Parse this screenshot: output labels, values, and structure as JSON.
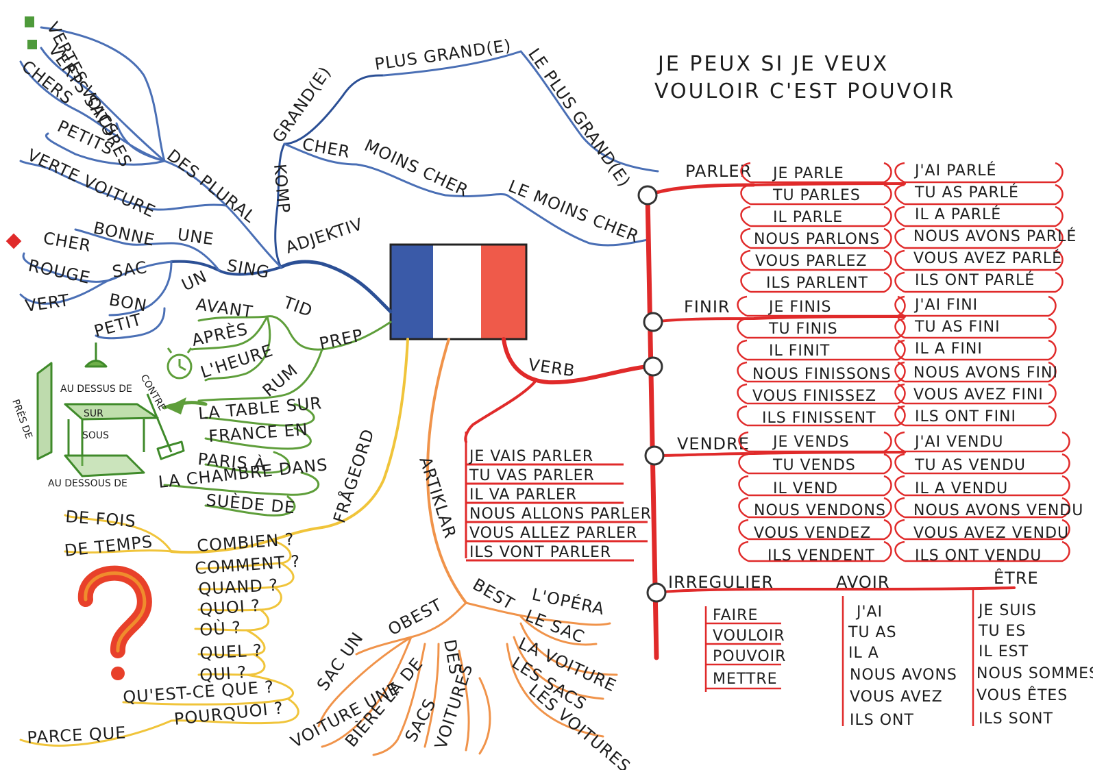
{
  "colors": {
    "adjective": "#4a6fb5",
    "adjective_dark": "#2b4f95",
    "verb": "#e02a2a",
    "prep": "#5e9e3a",
    "question": "#f0c43a",
    "article": "#f0934a",
    "flag_blue": "#3a5aa8",
    "flag_white": "#ffffff",
    "flag_red": "#ef5a4a"
  },
  "motto": {
    "line1": "JE PEUX SI JE VEUX",
    "line2": "VOULOIR C'EST POUVOIR"
  },
  "adjektiv": {
    "label": "ADJEKTIV",
    "sing": "SING",
    "un": "UN",
    "une": "UNE",
    "bonne": "BONNE",
    "cher_left": "CHER",
    "rouge": "ROUGE",
    "vert": "VERT",
    "sac": "SAC",
    "bon": "BON",
    "petit": "PETIT",
    "plural": "DES PLURAL",
    "vertes_voitures": "VERTES VOITURES",
    "verts_sacs": "VERTS SACS",
    "chers": "CHERS",
    "petits": "PETITS",
    "verte_voiture": "VERTE VOITURE",
    "komp": "KOMP",
    "grande": "GRAND(E)",
    "plus_grande": "PLUS GRAND(E)",
    "le_plus_grande": "LE PLUS GRAND(E)",
    "cher": "CHER",
    "moins_cher": "MOINS CHER",
    "le_moins_cher": "LE MOINS CHER"
  },
  "verb": {
    "label": "VERB",
    "parler": {
      "infinitive": "PARLER",
      "present": [
        "JE PARLE",
        "TU PARLES",
        "IL PARLE",
        "NOUS PARLONS",
        "VOUS PARLEZ",
        "ILS PARLENT"
      ],
      "past": [
        "J'AI PARLÉ",
        "TU AS PARLÉ",
        "IL A PARLÉ",
        "NOUS AVONS PARLÉ",
        "VOUS AVEZ PARLÉ",
        "ILS ONT PARLÉ"
      ]
    },
    "finir": {
      "infinitive": "FINIR",
      "present": [
        "JE FINIS",
        "TU FINIS",
        "IL FINIT",
        "NOUS FINISSONS",
        "VOUS FINISSEZ",
        "ILS FINISSENT"
      ],
      "past": [
        "J'AI FINI",
        "TU AS FINI",
        "IL A FINI",
        "NOUS AVONS FINI",
        "VOUS AVEZ FINI",
        "ILS ONT FINI"
      ]
    },
    "vendre": {
      "infinitive": "VENDRE",
      "present": [
        "JE VENDS",
        "TU VENDS",
        "IL VEND",
        "NOUS VENDONS",
        "VOUS VENDEZ",
        "ILS VENDENT"
      ],
      "past": [
        "J'AI VENDU",
        "TU AS VENDU",
        "IL A VENDU",
        "NOUS AVONS VENDU",
        "VOUS AVEZ VENDU",
        "ILS ONT VENDU"
      ]
    },
    "irregulier": {
      "label": "IRREGULIER",
      "verbs": [
        "FAIRE",
        "VOULOIR",
        "POUVOIR",
        "METTRE"
      ]
    },
    "avoir": {
      "label": "AVOIR",
      "forms": [
        "J'AI",
        "TU AS",
        "IL A",
        "NOUS AVONS",
        "VOUS AVEZ",
        "ILS ONT"
      ]
    },
    "etre": {
      "label": "ÊTRE",
      "forms": [
        "JE SUIS",
        "TU ES",
        "IL EST",
        "NOUS SOMMES",
        "VOUS ÊTES",
        "ILS SONT"
      ]
    },
    "future": [
      "JE VAIS PARLER",
      "TU VAS PARLER",
      "IL VA PARLER",
      "NOUS ALLONS PARLER",
      "VOUS ALLEZ PARLER",
      "ILS VONT PARLER"
    ]
  },
  "prep": {
    "label": "PREP",
    "tid": "TID",
    "avant": "AVANT",
    "apres": "APRÈS",
    "lheure": "L'HEURE",
    "rum": "RUM",
    "phrases": [
      "LA TABLE SUR",
      "FRANCE EN",
      "PARIS À",
      "LA CHAMBRE DANS",
      "SUÈDE DE"
    ],
    "table_labels": {
      "au_dessus": "AU DESSUS DE",
      "contre": "CONTRE",
      "pres_de": "PRÈS DE",
      "sur": "SUR",
      "sous": "SOUS",
      "au_dessous": "AU DESSOUS DE"
    }
  },
  "frageord": {
    "label": "FRÅGEORD",
    "questions": [
      "COMBIEN ?",
      "COMMENT ?",
      "QUAND ?",
      "QUOI ?",
      "OÙ ?",
      "QUEL ?",
      "QUI ?",
      "QU'EST-CE QUE ?",
      "POURQUOI ?"
    ],
    "de_fois": "DE FOIS",
    "de_temps": "DE TEMPS",
    "parce_que": "PARCE QUE"
  },
  "artiklar": {
    "label": "ARTIKLAR",
    "obest": "OBEST",
    "best": "BEST",
    "obest_items": [
      "SAC UN",
      "VOITURE UNE",
      "BIÈRE LA DE",
      "SACS",
      "DES",
      "VOITURES"
    ],
    "best_items": [
      "L'OPÉRA",
      "LE SAC",
      "LA VOITURE",
      "LES SACS",
      "LES VOITURES"
    ]
  }
}
